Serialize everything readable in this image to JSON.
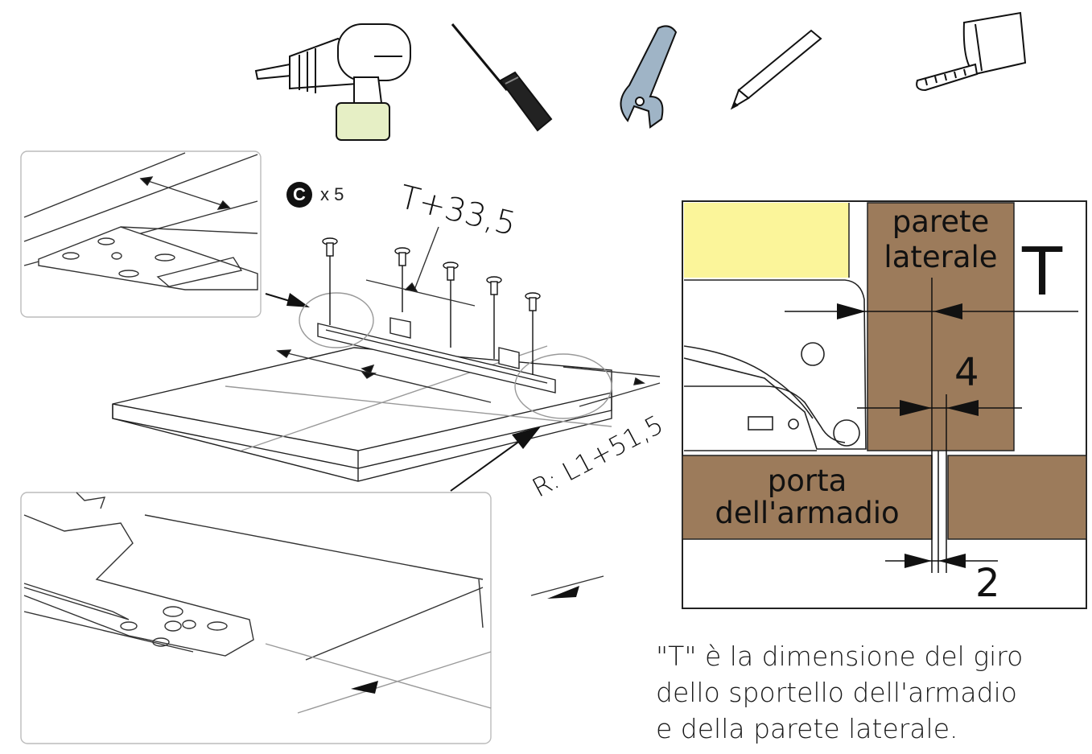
{
  "tools": [
    {
      "name": "drill",
      "icon": "drill-icon"
    },
    {
      "name": "screwdriver",
      "icon": "screwdriver-icon"
    },
    {
      "name": "wrench",
      "icon": "wrench-icon"
    },
    {
      "name": "pencil",
      "icon": "pencil-icon"
    },
    {
      "name": "tape measure",
      "icon": "tape-measure-icon"
    }
  ],
  "assembly": {
    "part_letter": "C",
    "quantity": "x 5",
    "dim_top": "T+33,5",
    "dim_side": "R: L1+51,5"
  },
  "detail": {
    "label_wall_line1": "parete",
    "label_wall_line2": "laterale",
    "label_T": "T",
    "label_4": "4",
    "label_door_line1": "porta",
    "label_door_line2": "dell'armadio",
    "label_2": "2"
  },
  "caption": [
    "\"T\" è la dimensione del giro",
    "dello sportello dell'armadio",
    "e della parete laterale."
  ],
  "colors": {
    "wood": "#9c7b5b",
    "yellow": "#fbf59a",
    "wrench": "#9fb4c6",
    "battery": "#e6efc5"
  }
}
